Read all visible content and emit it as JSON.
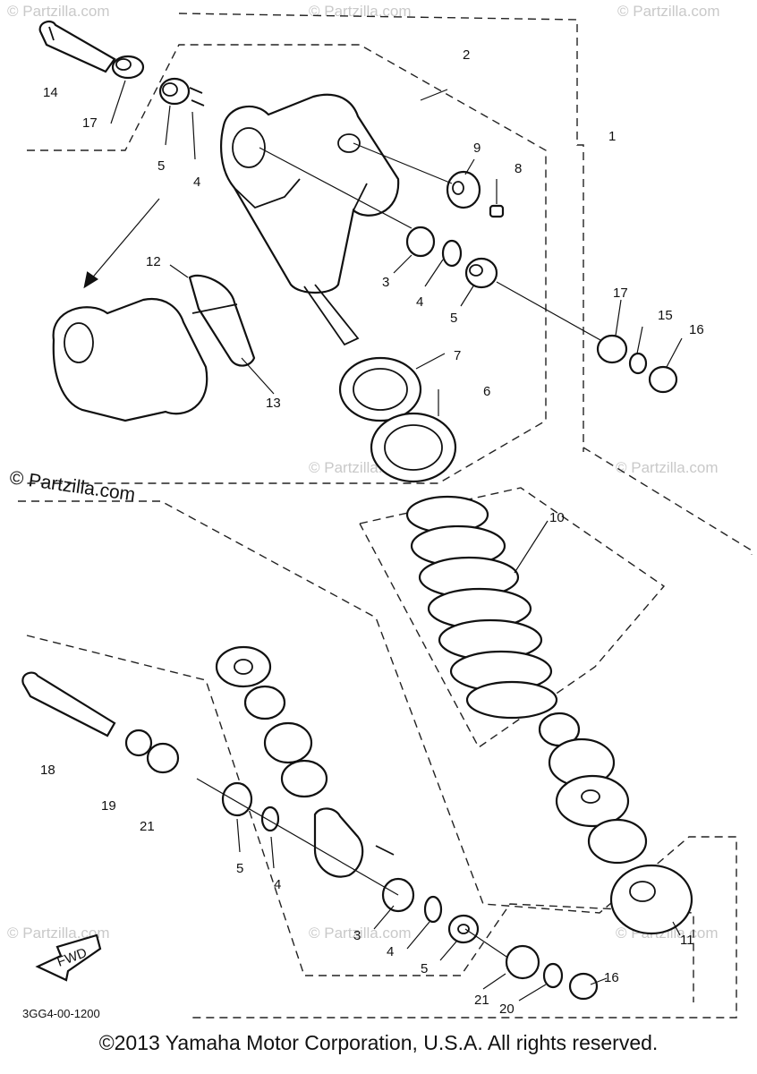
{
  "diagram": {
    "callouts": [
      "1",
      "2",
      "3",
      "4",
      "5",
      "6",
      "7",
      "8",
      "9",
      "10",
      "11",
      "12",
      "13",
      "14",
      "15",
      "16",
      "17",
      "18",
      "19",
      "20",
      "21"
    ],
    "callout_labels": {
      "c14": "14",
      "c17a": "17",
      "c5a": "5",
      "c4a": "4",
      "c2": "2",
      "c1": "1",
      "c9": "9",
      "c8": "8",
      "c3a": "3",
      "c4b": "4",
      "c5b": "5",
      "c17b": "17",
      "c15": "15",
      "c16a": "16",
      "c12": "12",
      "c13": "13",
      "c7": "7",
      "c6": "6",
      "c10": "10",
      "c18": "18",
      "c19": "19",
      "c21a": "21",
      "c5c": "5",
      "c4c": "4",
      "c3b": "3",
      "c4d": "4",
      "c5d": "5",
      "c21b": "21",
      "c20": "20",
      "c16b": "16",
      "c11": "11"
    },
    "fwd_label": "FWD",
    "drawing_code": "3GG4-00-1200",
    "watermark": "© Partzilla.com"
  },
  "footer": {
    "copyright": "©2013 Yamaha Motor Corporation, U.S.A. All rights reserved."
  },
  "colors": {
    "ink": "#111111",
    "watermark": "#c9c9c9",
    "background": "#ffffff"
  }
}
